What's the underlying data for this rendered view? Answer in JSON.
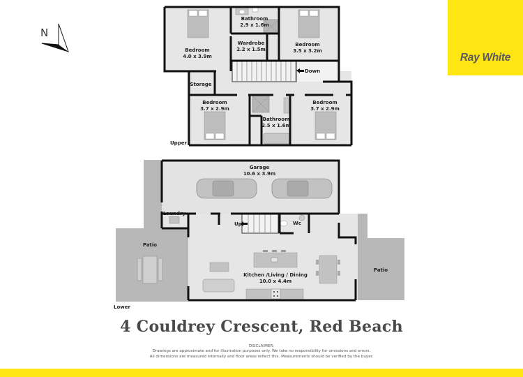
{
  "brand": {
    "name": "Ray White",
    "color": "#ffe512",
    "text_color": "#5a5a5c"
  },
  "compass": {
    "label": "N"
  },
  "floors": {
    "upper": {
      "label": "Upper",
      "rooms": [
        {
          "name": "Bedroom",
          "size": "4.0 x 3.9m"
        },
        {
          "name": "Bathroom",
          "size": "2.9 x 1.6m"
        },
        {
          "name": "Wardrobe",
          "size": "2.2 x 1.5m"
        },
        {
          "name": "Bedroom",
          "size": "3.5 x 3.2m"
        },
        {
          "name": "Storage",
          "size": ""
        },
        {
          "name": "Bedroom",
          "size": "3.7 x 2.9m"
        },
        {
          "name": "Bathroom",
          "size": "2.5 x 1.6m"
        },
        {
          "name": "Bedroom",
          "size": "3.7 x 2.9m"
        }
      ],
      "stairs_label": "Down"
    },
    "lower": {
      "label": "Lower",
      "rooms": [
        {
          "name": "Garage",
          "size": "10.6 x 3.9m"
        },
        {
          "name": "Laundry",
          "size": ""
        },
        {
          "name": "Wc",
          "size": ""
        },
        {
          "name": "Patio",
          "size": ""
        },
        {
          "name": "Kitchen /Living / Dining",
          "size": "10.0 x 4.4m"
        },
        {
          "name": "Patio",
          "size": ""
        }
      ],
      "stairs_label": "Up"
    }
  },
  "address": "4 Couldrey Crescent, Red Beach",
  "disclaimer": {
    "heading": "Disclaimer:",
    "line1": "Drawings are approximate and for illustration purposes only. We take no responsibility for omissions and errors.",
    "line2": "All dimensions are measured internally and floor areas reflect this. Measurements should be verified by the buyer."
  }
}
